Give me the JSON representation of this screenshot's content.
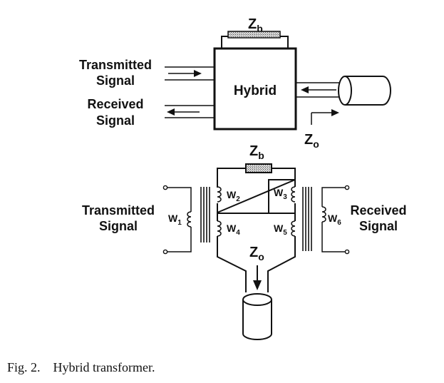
{
  "top": {
    "transmitted_1": "Transmitted",
    "transmitted_2": "Signal",
    "received_1": "Received",
    "received_2": "Signal",
    "hybrid": "Hybrid",
    "zb_main": "Z",
    "zb_sub": "b",
    "zo_main": "Z",
    "zo_sub": "o"
  },
  "bottom": {
    "zb_main": "Z",
    "zb_sub": "b",
    "zo_main": "Z",
    "zo_sub": "o",
    "transmitted_1": "Transmitted",
    "transmitted_2": "Signal",
    "received_1": "Received",
    "received_2": "Signal",
    "windings": {
      "w1": {
        "main": "W",
        "sub": "1"
      },
      "w2": {
        "main": "W",
        "sub": "2"
      },
      "w3": {
        "main": "W",
        "sub": "3"
      },
      "w4": {
        "main": "W",
        "sub": "4"
      },
      "w5": {
        "main": "W",
        "sub": "5"
      },
      "w6": {
        "main": "W",
        "sub": "6"
      }
    }
  },
  "caption": {
    "prefix": "Fig. 2.",
    "text": "Hybrid transformer."
  }
}
